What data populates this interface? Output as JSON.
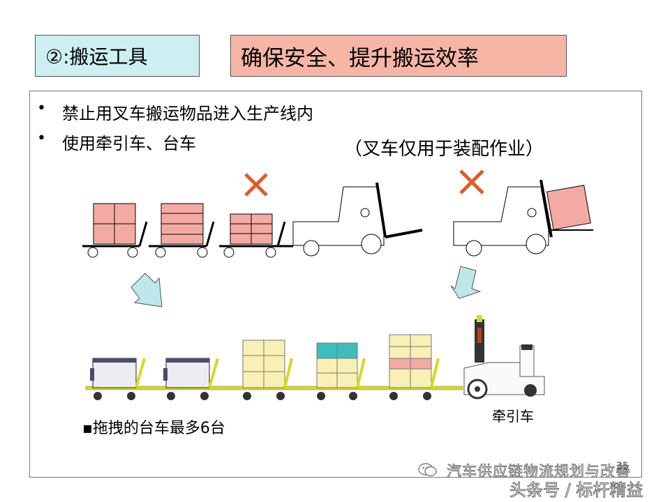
{
  "header": {
    "section_label": "②:搬运工具",
    "title": "确保安全、提升搬运效率"
  },
  "content": {
    "bullets": [
      {
        "marker": "•",
        "text": "禁止用叉车搬运物品进入生产线内"
      },
      {
        "marker": "•",
        "text": "使用牵引车、台车"
      }
    ],
    "forklift_note": "（叉车仅用于装配作业）",
    "trailer_note": "▪拖拽的台车最多6台",
    "tractor_caption": "牵引车",
    "page_number": "35"
  },
  "watermark": {
    "line1": "汽车供应链物流规划与改善",
    "line2": "头条号 / 标杆精益"
  },
  "colors": {
    "section_bg": "#cdeff1",
    "title_bg": "#f7b5a6",
    "cross": "#e05a2b",
    "pink_box": "#f4aaa4",
    "yellow_box": "#f8f0b4",
    "teal_box": "#3dbdbd",
    "tow_bar": "#d8d820",
    "arrow_fill": "#bfe6ea"
  }
}
